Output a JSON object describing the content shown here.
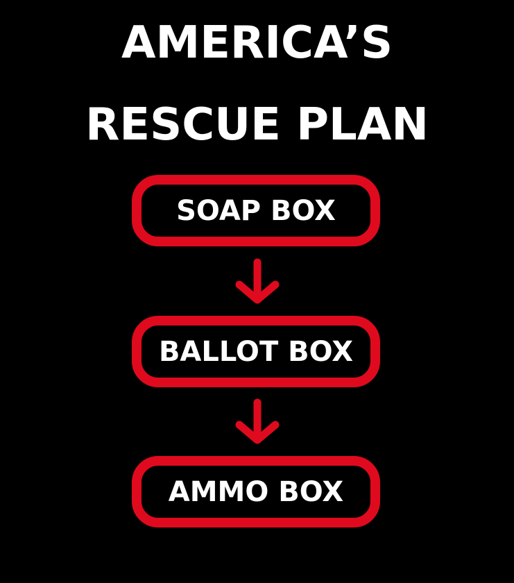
{
  "title": {
    "line1": "AMERICA’S",
    "line2": "RESCUE PLAN"
  },
  "steps": [
    {
      "label": "SOAP BOX"
    },
    {
      "label": "BALLOT BOX"
    },
    {
      "label": "AMMO BOX"
    }
  ],
  "arrows": [
    "arrow-down-icon",
    "arrow-down-icon"
  ],
  "colors": {
    "background": "#000000",
    "accent": "#e00a1e",
    "text": "#ffffff"
  }
}
